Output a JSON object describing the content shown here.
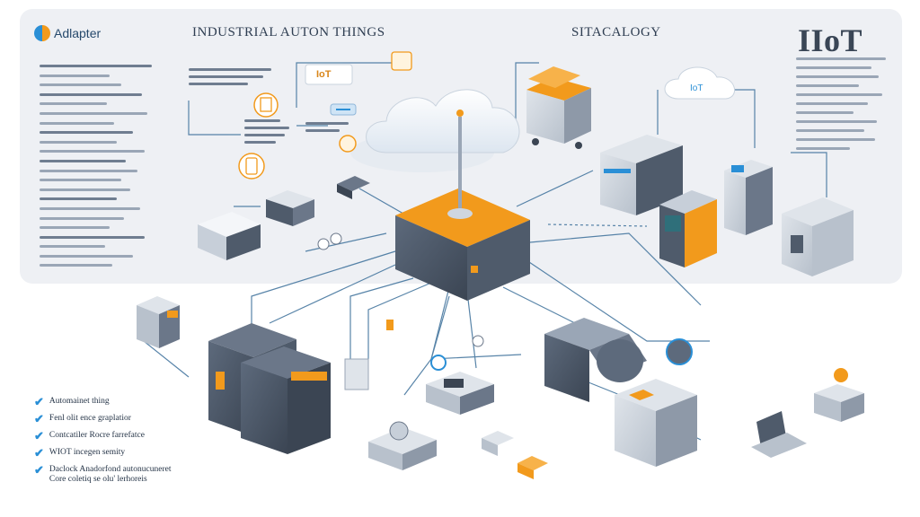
{
  "header": {
    "logo_text": "Adlapter",
    "title_left": "INDUSTRIAL AUTON THINGS",
    "title_mid": "SITACALOGY",
    "title_right": "IIoT"
  },
  "cloud_labels": {
    "tag_left": "IoT",
    "tag_right": "IoT"
  },
  "checklist": [
    {
      "icon": "check-icon",
      "text": "Automainet thing"
    },
    {
      "icon": "check-icon",
      "text": "Fenl olit ence graplatior"
    },
    {
      "icon": "check-icon",
      "text": "Contcatiler Rocre farrefatce"
    },
    {
      "icon": "check-icon",
      "text": "WIOT incegen semity"
    },
    {
      "icon": "check-icon",
      "text": "Daclock Anadorfond autonucuneret Core coletiq se olu' lerhoreis"
    }
  ],
  "colors": {
    "accent_orange": "#f29a1c",
    "accent_blue": "#2a8fd6",
    "device_gray": "#4f5b6b",
    "panel_bg": "#eef0f4",
    "line_blue": "#3b6f9a"
  }
}
